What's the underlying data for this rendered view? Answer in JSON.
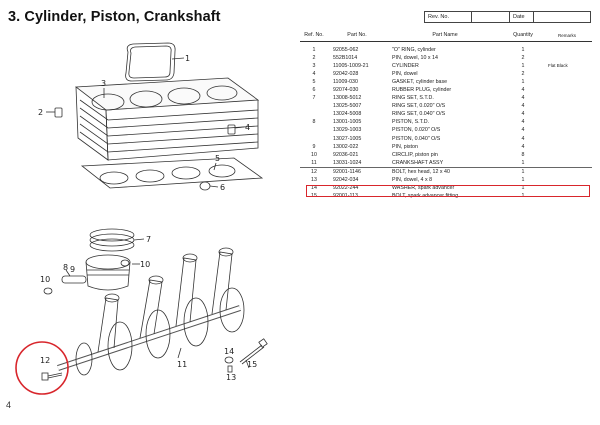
{
  "page": {
    "title": "3.  Cylinder, Piston, Crankshaft",
    "page_number": "4"
  },
  "rev_box": {
    "rev_label": "Rev. No.",
    "rev_value": "",
    "date_label": "Date",
    "date_value": ""
  },
  "table": {
    "headers": {
      "ref": "Ref. No.",
      "part_no": "Part No.",
      "part_name": "Part Name",
      "quantity": "Quantity",
      "remarks": "Remarks"
    },
    "rows": [
      {
        "ref": "1",
        "part_no": "92055-062",
        "name": "\"O\" RING, cylinder",
        "qty": "1",
        "remarks": ""
      },
      {
        "ref": "2",
        "part_no": "552B1014",
        "name": "PIN, dowel, 10 x 14",
        "qty": "2",
        "remarks": ""
      },
      {
        "ref": "3",
        "part_no": "11005-1009-21",
        "name": "CYLINDER",
        "qty": "1",
        "remarks": "Flat Black"
      },
      {
        "ref": "4",
        "part_no": "92042-028",
        "name": "PIN, dowel",
        "qty": "2",
        "remarks": ""
      },
      {
        "ref": "5",
        "part_no": "11009-030",
        "name": "GASKET, cylinder base",
        "qty": "1",
        "remarks": ""
      },
      {
        "ref": "6",
        "part_no": "92074-030",
        "name": "RUBBER PLUG, cylinder",
        "qty": "4",
        "remarks": ""
      },
      {
        "ref": "7",
        "part_no": "13008-5012",
        "name": "RING SET, S.T.D.",
        "qty": "4",
        "remarks": ""
      },
      {
        "ref": "",
        "part_no": "13025-5007",
        "name": "RING SET, 0.020\" O/S",
        "qty": "4",
        "remarks": ""
      },
      {
        "ref": "",
        "part_no": "13024-5008",
        "name": "RING SET, 0.040\" O/S",
        "qty": "4",
        "remarks": ""
      },
      {
        "ref": "8",
        "part_no": "13001-1005",
        "name": "PISTON, S.T.D.",
        "qty": "4",
        "remarks": ""
      },
      {
        "ref": "",
        "part_no": "13029-1003",
        "name": "PISTON, 0.020\" O/S",
        "qty": "4",
        "remarks": ""
      },
      {
        "ref": "",
        "part_no": "13027-1005",
        "name": "PISTON, 0.040\" O/S",
        "qty": "4",
        "remarks": ""
      },
      {
        "ref": "9",
        "part_no": "13002-022",
        "name": "PIN, piston",
        "qty": "4",
        "remarks": ""
      },
      {
        "ref": "10",
        "part_no": "92036-021",
        "name": "CIRCLIP, piston pin",
        "qty": "8",
        "remarks": ""
      },
      {
        "ref": "11",
        "part_no": "13031-1024",
        "name": "CRANKSHAFT ASSY",
        "qty": "1",
        "remarks": ""
      },
      {
        "ref": "12",
        "part_no": "92001-1146",
        "name": "BOLT, hex head, 12 x 40",
        "qty": "1",
        "remarks": ""
      },
      {
        "ref": "13",
        "part_no": "92042-034",
        "name": "PIN, dowel, 4 x 8",
        "qty": "1",
        "remarks": ""
      },
      {
        "ref": "14",
        "part_no": "92022-244",
        "name": "WASHER, spark advancer",
        "qty": "1",
        "remarks": ""
      },
      {
        "ref": "15",
        "part_no": "92001-113",
        "name": "BOLT, spark advancer fitting",
        "qty": "1",
        "remarks": ""
      }
    ]
  },
  "diagram": {
    "callouts": [
      "1",
      "2",
      "3",
      "4",
      "5",
      "6",
      "7",
      "8",
      "9",
      "10",
      "10",
      "11",
      "12",
      "13",
      "14",
      "15"
    ]
  },
  "colors": {
    "highlight": "#d8262c",
    "ink": "#222222"
  }
}
